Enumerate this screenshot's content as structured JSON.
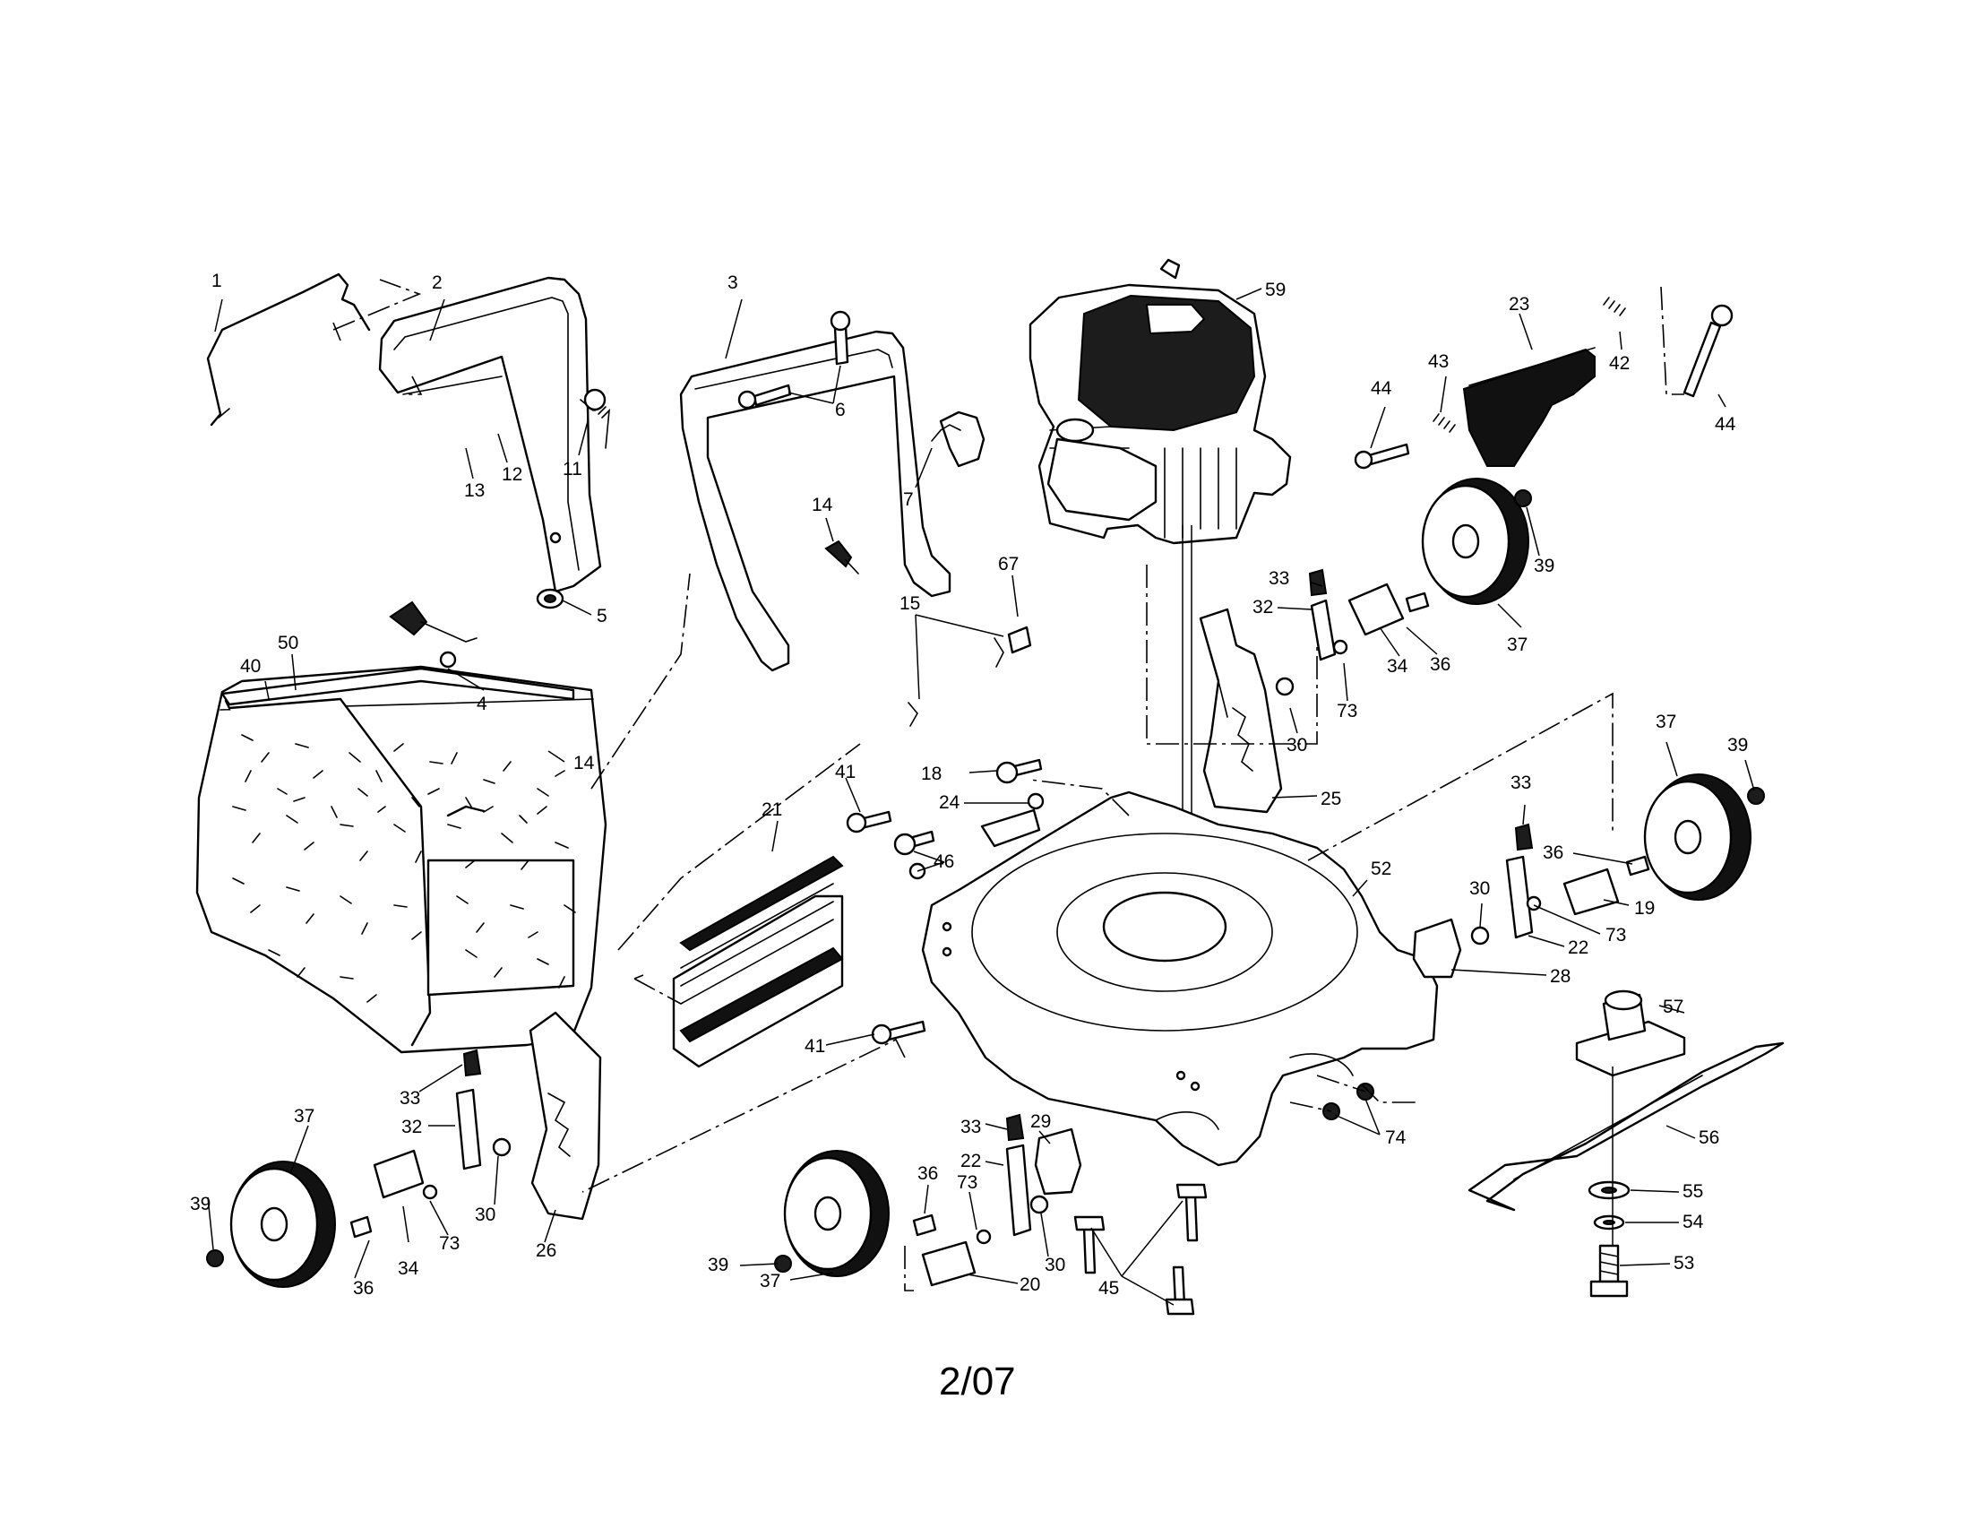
{
  "footer": {
    "date_code": "2/07"
  },
  "callouts": [
    {
      "id": "c1",
      "text": "1"
    },
    {
      "id": "c2",
      "text": "2"
    },
    {
      "id": "c3",
      "text": "3"
    },
    {
      "id": "c59",
      "text": "59"
    },
    {
      "id": "c23",
      "text": "23"
    },
    {
      "id": "c42",
      "text": "42"
    },
    {
      "id": "c44a",
      "text": "44"
    },
    {
      "id": "c43",
      "text": "43"
    },
    {
      "id": "c44b",
      "text": "44"
    },
    {
      "id": "c6",
      "text": "6"
    },
    {
      "id": "c13",
      "text": "13"
    },
    {
      "id": "c12",
      "text": "12"
    },
    {
      "id": "c11",
      "text": "11"
    },
    {
      "id": "c7",
      "text": "7"
    },
    {
      "id": "c14a",
      "text": "14"
    },
    {
      "id": "c39a",
      "text": "39"
    },
    {
      "id": "c37a",
      "text": "37"
    },
    {
      "id": "c33a",
      "text": "33"
    },
    {
      "id": "c32a",
      "text": "32"
    },
    {
      "id": "c36a",
      "text": "36"
    },
    {
      "id": "c34a",
      "text": "34"
    },
    {
      "id": "c73a",
      "text": "73"
    },
    {
      "id": "c30a",
      "text": "30"
    },
    {
      "id": "c25",
      "text": "25"
    },
    {
      "id": "c67",
      "text": "67"
    },
    {
      "id": "c15",
      "text": "15"
    },
    {
      "id": "c5",
      "text": "5"
    },
    {
      "id": "c4",
      "text": "4"
    },
    {
      "id": "c14b",
      "text": "14"
    },
    {
      "id": "c40",
      "text": "40"
    },
    {
      "id": "c50",
      "text": "50"
    },
    {
      "id": "c41a",
      "text": "41"
    },
    {
      "id": "c18",
      "text": "18"
    },
    {
      "id": "c24",
      "text": "24"
    },
    {
      "id": "c21",
      "text": "21"
    },
    {
      "id": "c46",
      "text": "46"
    },
    {
      "id": "c37b",
      "text": "37"
    },
    {
      "id": "c39b",
      "text": "39"
    },
    {
      "id": "c33b",
      "text": "33"
    },
    {
      "id": "c36b",
      "text": "36"
    },
    {
      "id": "c19",
      "text": "19"
    },
    {
      "id": "c52",
      "text": "52"
    },
    {
      "id": "c30b",
      "text": "30"
    },
    {
      "id": "c73b",
      "text": "73"
    },
    {
      "id": "c22a",
      "text": "22"
    },
    {
      "id": "c28",
      "text": "28"
    },
    {
      "id": "c41b",
      "text": "41"
    },
    {
      "id": "c57",
      "text": "57"
    },
    {
      "id": "c33c",
      "text": "33"
    },
    {
      "id": "c32b",
      "text": "32"
    },
    {
      "id": "c37c",
      "text": "37"
    },
    {
      "id": "c39c",
      "text": "39"
    },
    {
      "id": "c36c",
      "text": "36"
    },
    {
      "id": "c34b",
      "text": "34"
    },
    {
      "id": "c73c",
      "text": "73"
    },
    {
      "id": "c30c",
      "text": "30"
    },
    {
      "id": "c26",
      "text": "26"
    },
    {
      "id": "c33d",
      "text": "33"
    },
    {
      "id": "c29",
      "text": "29"
    },
    {
      "id": "c22b",
      "text": "22"
    },
    {
      "id": "c36d",
      "text": "36"
    },
    {
      "id": "c73d",
      "text": "73"
    },
    {
      "id": "c39d",
      "text": "39"
    },
    {
      "id": "c37d",
      "text": "37"
    },
    {
      "id": "c30d",
      "text": "30"
    },
    {
      "id": "c20",
      "text": "20"
    },
    {
      "id": "c45",
      "text": "45"
    },
    {
      "id": "c74",
      "text": "74"
    },
    {
      "id": "c56",
      "text": "56"
    },
    {
      "id": "c55",
      "text": "55"
    },
    {
      "id": "c54",
      "text": "54"
    },
    {
      "id": "c53",
      "text": "53"
    }
  ]
}
